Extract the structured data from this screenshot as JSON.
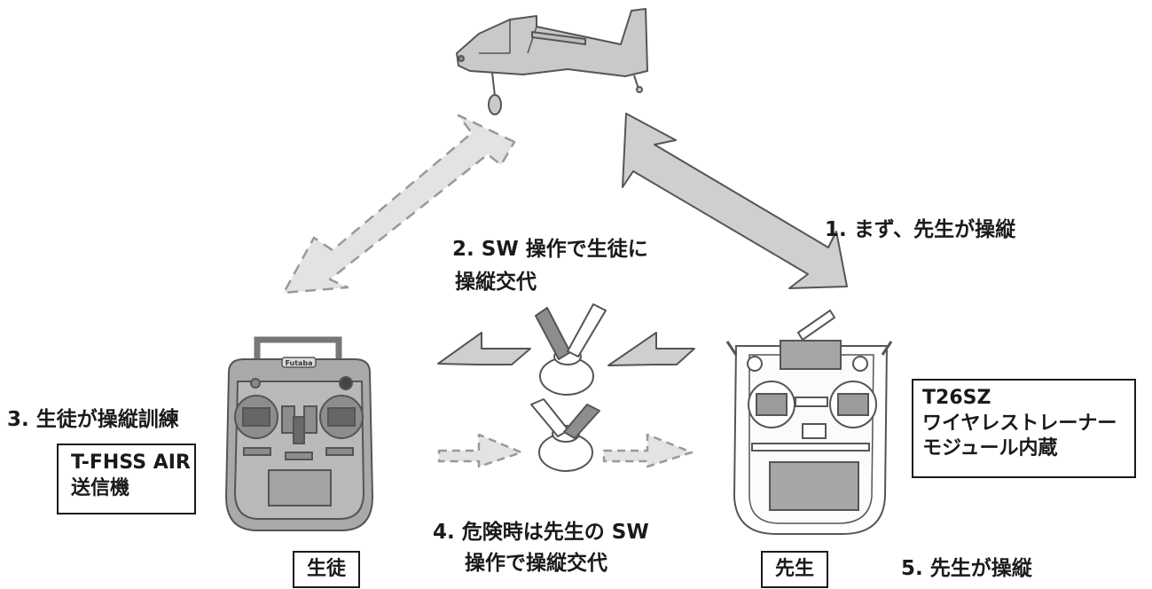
{
  "steps": {
    "step1": "1. まず、先生が操縦",
    "step2_line1": "2. SW 操作で生徒に",
    "step2_line2": "操縦交代",
    "step3": "3. 生徒が操縦訓練",
    "step4_line1": "4. 危険時は先生の SW",
    "step4_line2": "操作で操縦交代",
    "step5": "5. 先生が操縦"
  },
  "student": {
    "transmitter_line1": "T-FHSS AIR",
    "transmitter_line2": "送信機",
    "role": "生徒",
    "brand": "Futaba"
  },
  "teacher": {
    "model": "T26SZ",
    "module_line1": "ワイヤレストレーナー",
    "module_line2": "モジュール内蔵",
    "role": "先生"
  },
  "colors": {
    "arrow_fill": "#cfcfcf",
    "outline": "#555555",
    "dashed": "#999999"
  }
}
